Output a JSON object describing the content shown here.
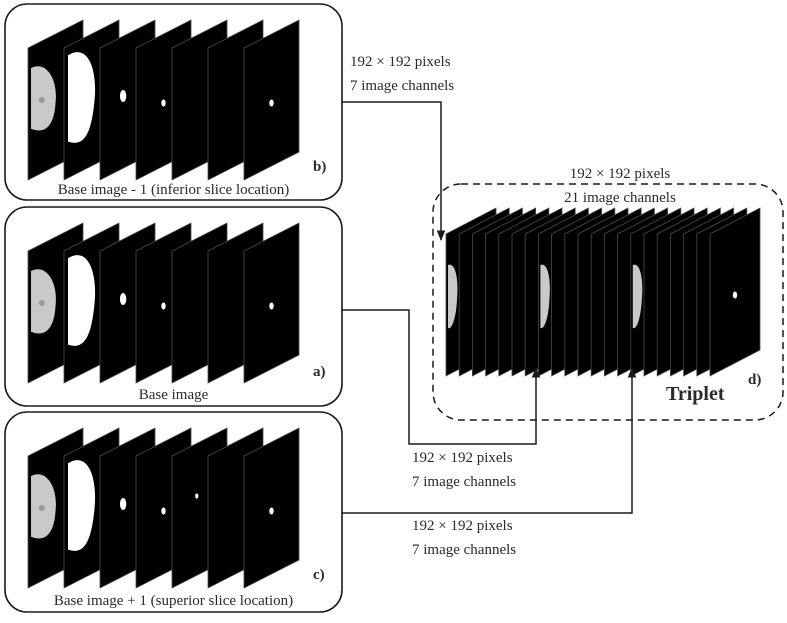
{
  "panels": [
    {
      "id": "b",
      "letter": "b)",
      "caption": "Base image - 1 (inferior slice location)",
      "channels": 7,
      "size_label": "192 × 192 pixels",
      "channels_label": "7 image channels"
    },
    {
      "id": "a",
      "letter": "a)",
      "caption": "Base image",
      "channels": 7,
      "size_label": "192 × 192 pixels",
      "channels_label": "7 image channels"
    },
    {
      "id": "c",
      "letter": "c)",
      "caption": "Base image + 1 (superior slice location)",
      "channels": 7,
      "size_label": "192 × 192 pixels",
      "channels_label": "7 image channels"
    }
  ],
  "triplet": {
    "letter": "d)",
    "title": "Triplet",
    "size_label": "192 × 192 pixels",
    "channels_label": "21 image channels",
    "channels": 21
  },
  "colors": {
    "ink": "#1a1a1a",
    "slice": "#000000",
    "slice_edge": "#4a4a4a",
    "anatomy": "#ffffff",
    "soft_tissue": "#c9c9c9"
  }
}
